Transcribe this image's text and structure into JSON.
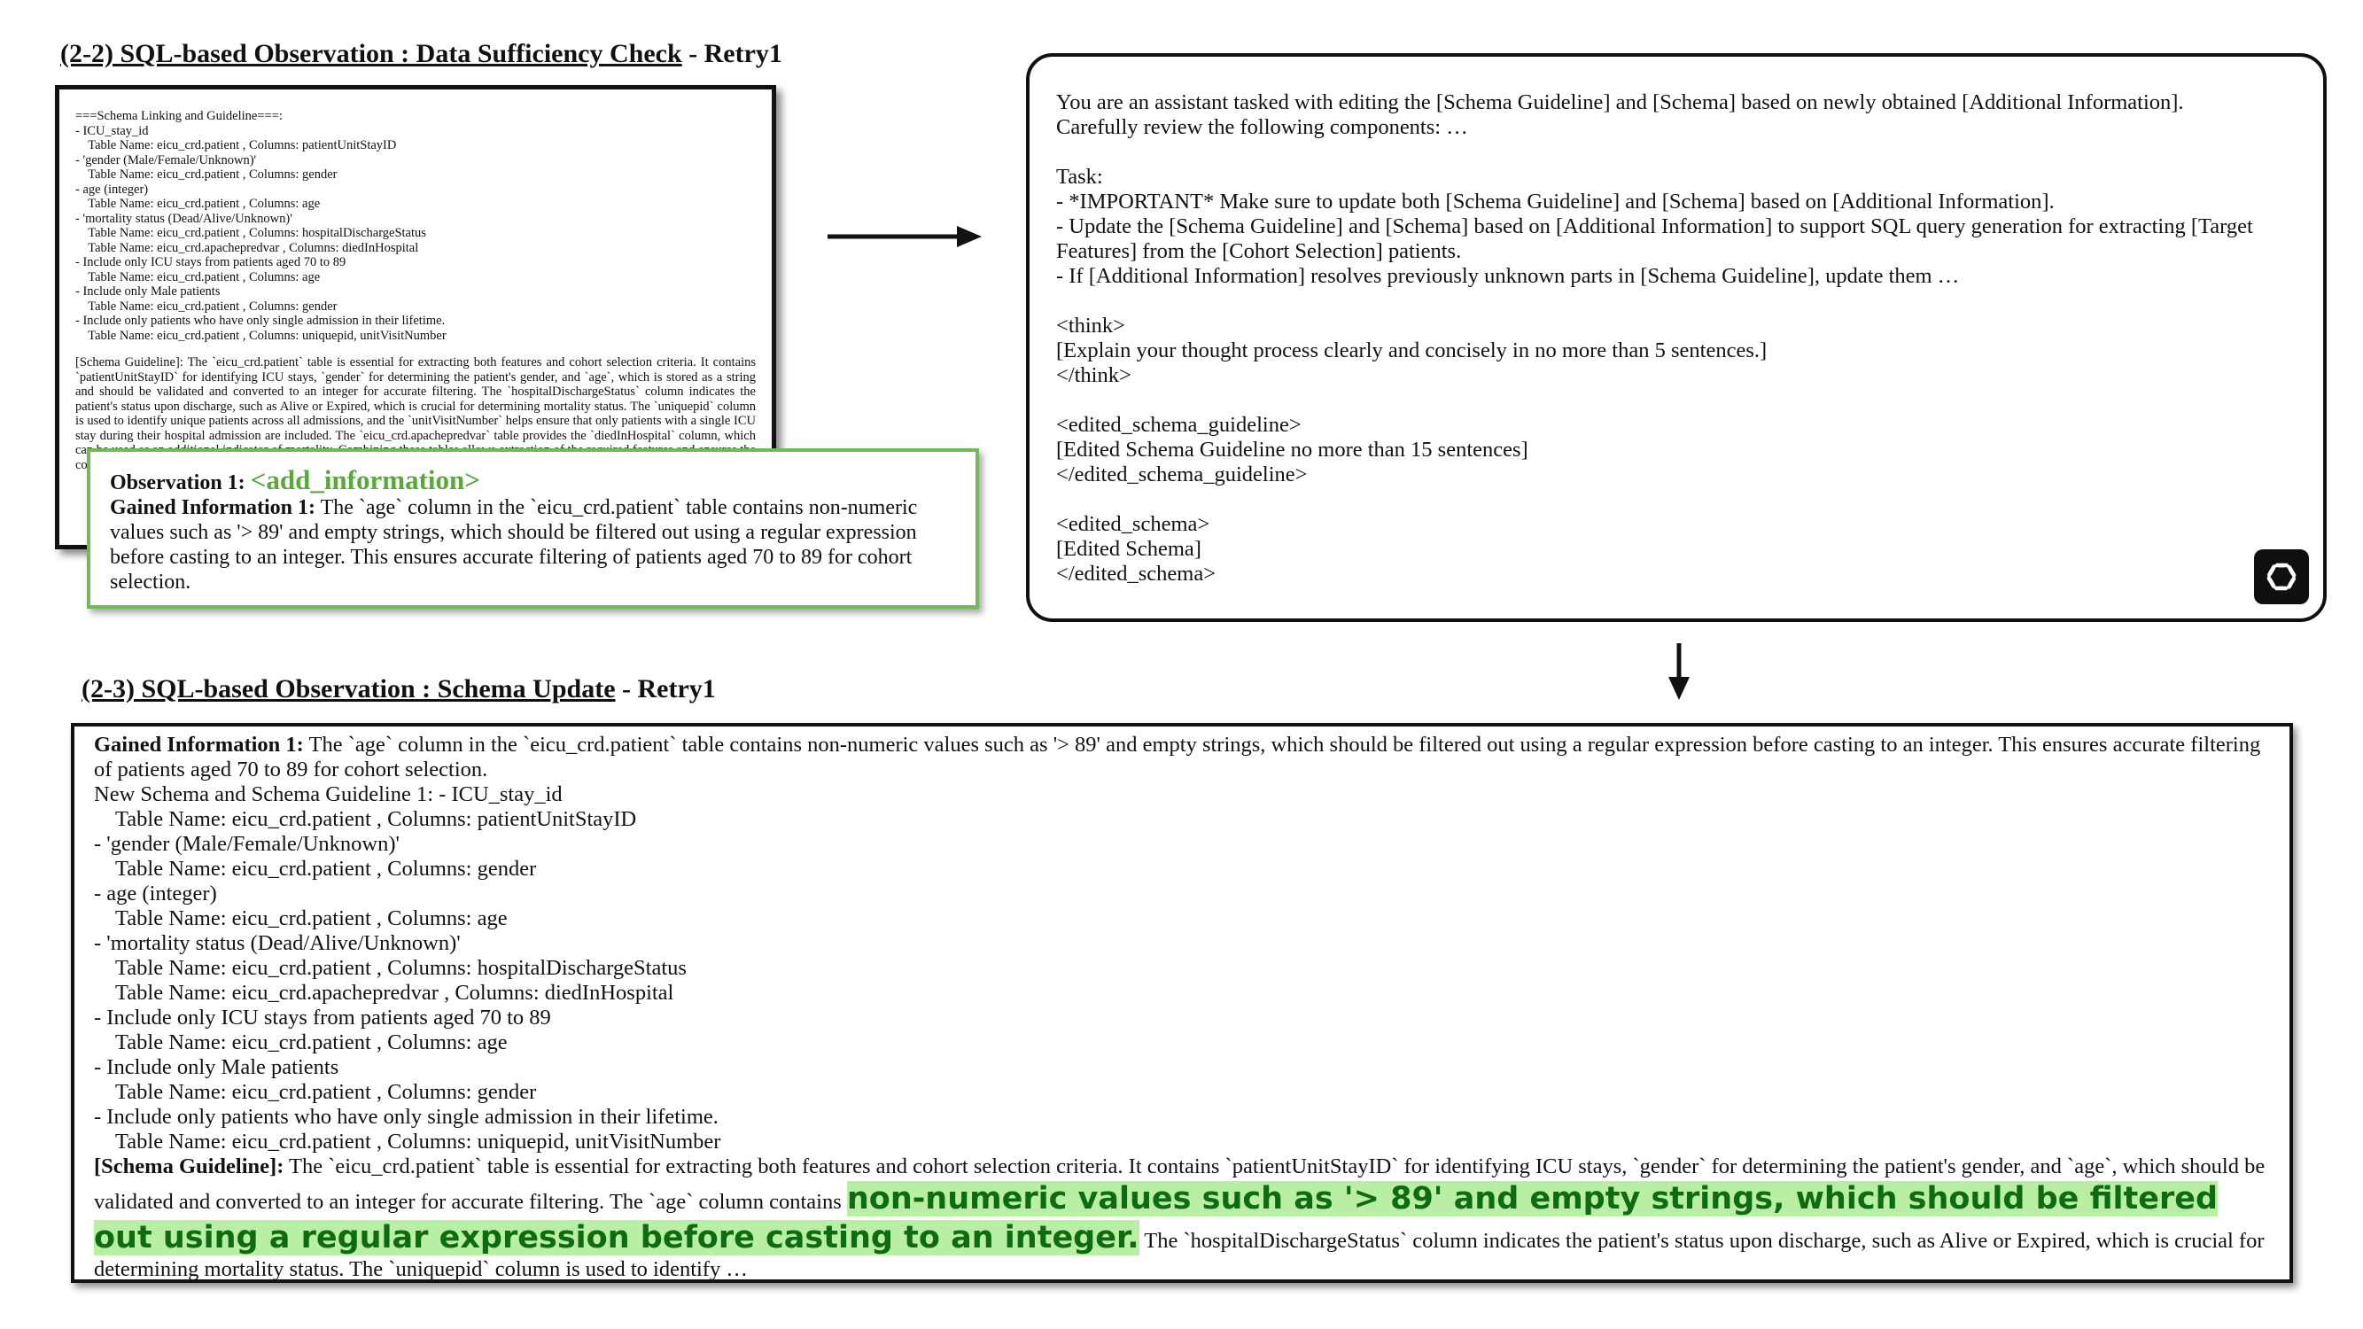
{
  "left_panel": {
    "heading_main": "(2-2) SQL-based Observation : Data Sufficiency Check",
    "heading_suffix": " - Retry1",
    "doc_lines": [
      "===Schema Linking and Guideline===:",
      "- ICU_stay_id",
      "    Table Name: eicu_crd.patient , Columns: patientUnitStayID",
      "- 'gender (Male/Female/Unknown)'",
      "    Table Name: eicu_crd.patient , Columns: gender",
      "- age (integer)",
      "    Table Name: eicu_crd.patient , Columns: age",
      "- 'mortality status (Dead/Alive/Unknown)'",
      "    Table Name: eicu_crd.patient , Columns: hospitalDischargeStatus",
      "    Table Name: eicu_crd.apachepredvar , Columns: diedInHospital",
      "- Include only ICU stays from patients aged 70 to 89",
      "    Table Name: eicu_crd.patient , Columns: age",
      "- Include only Male patients",
      "    Table Name: eicu_crd.patient , Columns: gender",
      "- Include only patients who have only single admission in their lifetime.",
      "    Table Name: eicu_crd.patient , Columns: uniquepid, unitVisitNumber"
    ],
    "doc_guideline": "[Schema Guideline]: The `eicu_crd.patient` table is essential for extracting both features and cohort selection criteria. It contains `patientUnitStayID` for identifying ICU stays, `gender` for determining the patient's gender, and `age`, which is stored as a string and should be validated and converted to an integer for accurate filtering. The `hospitalDischargeStatus` column indicates the patient's status upon discharge, such as Alive or Expired, which is crucial for determining mortality status. The `uniquepid` column is used to identify unique patients across all admissions, and the `unitVisitNumber` helps ensure that only patients with a single ICU stay during their hospital admission are included. The `eicu_crd.apachepredvar` table provides the `diedInHospital` column, which can be used as an additional indicator of mortality. Combining these tables allows extraction of the required features and ensures the cohort is filtered correctly. Age values should be cast carefully, since the column is stored as a string in this database.",
    "observation": {
      "label": "Observation 1: ",
      "tag": "<add_information>",
      "gained_label": "Gained Information 1:",
      "gained_text": " The `age` column in the `eicu_crd.patient` table contains non-numeric values such as '> 89' and empty strings, which should be filtered out using a regular expression before casting to an integer. This ensures accurate filtering of patients aged 70 to 89 for cohort selection."
    }
  },
  "prompt_panel": {
    "lines": [
      "You are an assistant tasked with editing the [Schema Guideline] and [Schema] based on newly obtained [Additional Information].",
      "Carefully review the following components: …",
      "",
      "Task:",
      "- *IMPORTANT* Make sure to update both [Schema Guideline] and [Schema] based on [Additional Information].",
      "- Update the [Schema Guideline] and [Schema] based on [Additional Information] to support SQL query generation for extracting [Target Features] from the [Cohort Selection] patients.",
      "- If [Additional Information] resolves previously unknown parts in [Schema Guideline], update them …",
      "",
      "<think>",
      "[Explain your thought process clearly and concisely in no more than 5 sentences.]",
      "</think>",
      "",
      "<edited_schema_guideline>",
      "[Edited Schema Guideline no more than 15 sentences]",
      "</edited_schema_guideline>",
      "",
      "<edited_schema>",
      "[Edited Schema]",
      "</edited_schema>"
    ],
    "logo_icon": "openai-logo-icon"
  },
  "bottom_panel": {
    "heading_main": "(2-3) SQL-based Observation : Schema Update",
    "heading_suffix": " - Retry1",
    "gained_label": "Gained Information 1:",
    "gained_text": " The `age` column in the `eicu_crd.patient` table contains non-numeric values such as '> 89' and empty strings, which should be filtered out using a regular expression before casting to an integer. This ensures accurate filtering of patients aged 70 to 89 for cohort selection.",
    "schema_lines": [
      "New Schema and Schema Guideline 1: - ICU_stay_id",
      "    Table Name: eicu_crd.patient , Columns: patientUnitStayID",
      "- 'gender (Male/Female/Unknown)'",
      "    Table Name: eicu_crd.patient , Columns: gender",
      "- age (integer)",
      "    Table Name: eicu_crd.patient , Columns: age",
      "- 'mortality status (Dead/Alive/Unknown)'",
      "    Table Name: eicu_crd.patient , Columns: hospitalDischargeStatus",
      "    Table Name: eicu_crd.apachepredvar , Columns: diedInHospital",
      "- Include only ICU stays from patients aged 70 to 89",
      "    Table Name: eicu_crd.patient , Columns: age",
      "- Include only Male patients",
      "    Table Name: eicu_crd.patient , Columns: gender",
      "- Include only patients who have only single admission in their lifetime.",
      "    Table Name: eicu_crd.patient , Columns: uniquepid, unitVisitNumber"
    ],
    "guideline_label": "[Schema Guideline]:",
    "guideline_pre": " The `eicu_crd.patient` table is essential for extracting both features and cohort selection criteria. It contains `patientUnitStayID` for identifying ICU stays, `gender` for determining the patient's gender, and `age`, which should be validated and converted to an integer for accurate filtering. The `age` column contains ",
    "guideline_highlight": "non-numeric values such as '> 89' and empty strings, which should be filtered out using a regular expression before casting to an integer.",
    "guideline_post": " The `hospitalDischargeStatus` column indicates the patient's status upon discharge, such as Alive or Expired, which is crucial for determining mortality status. The `uniquepid` column is used to identify …",
    "highlight_color": "#b8efa4"
  }
}
